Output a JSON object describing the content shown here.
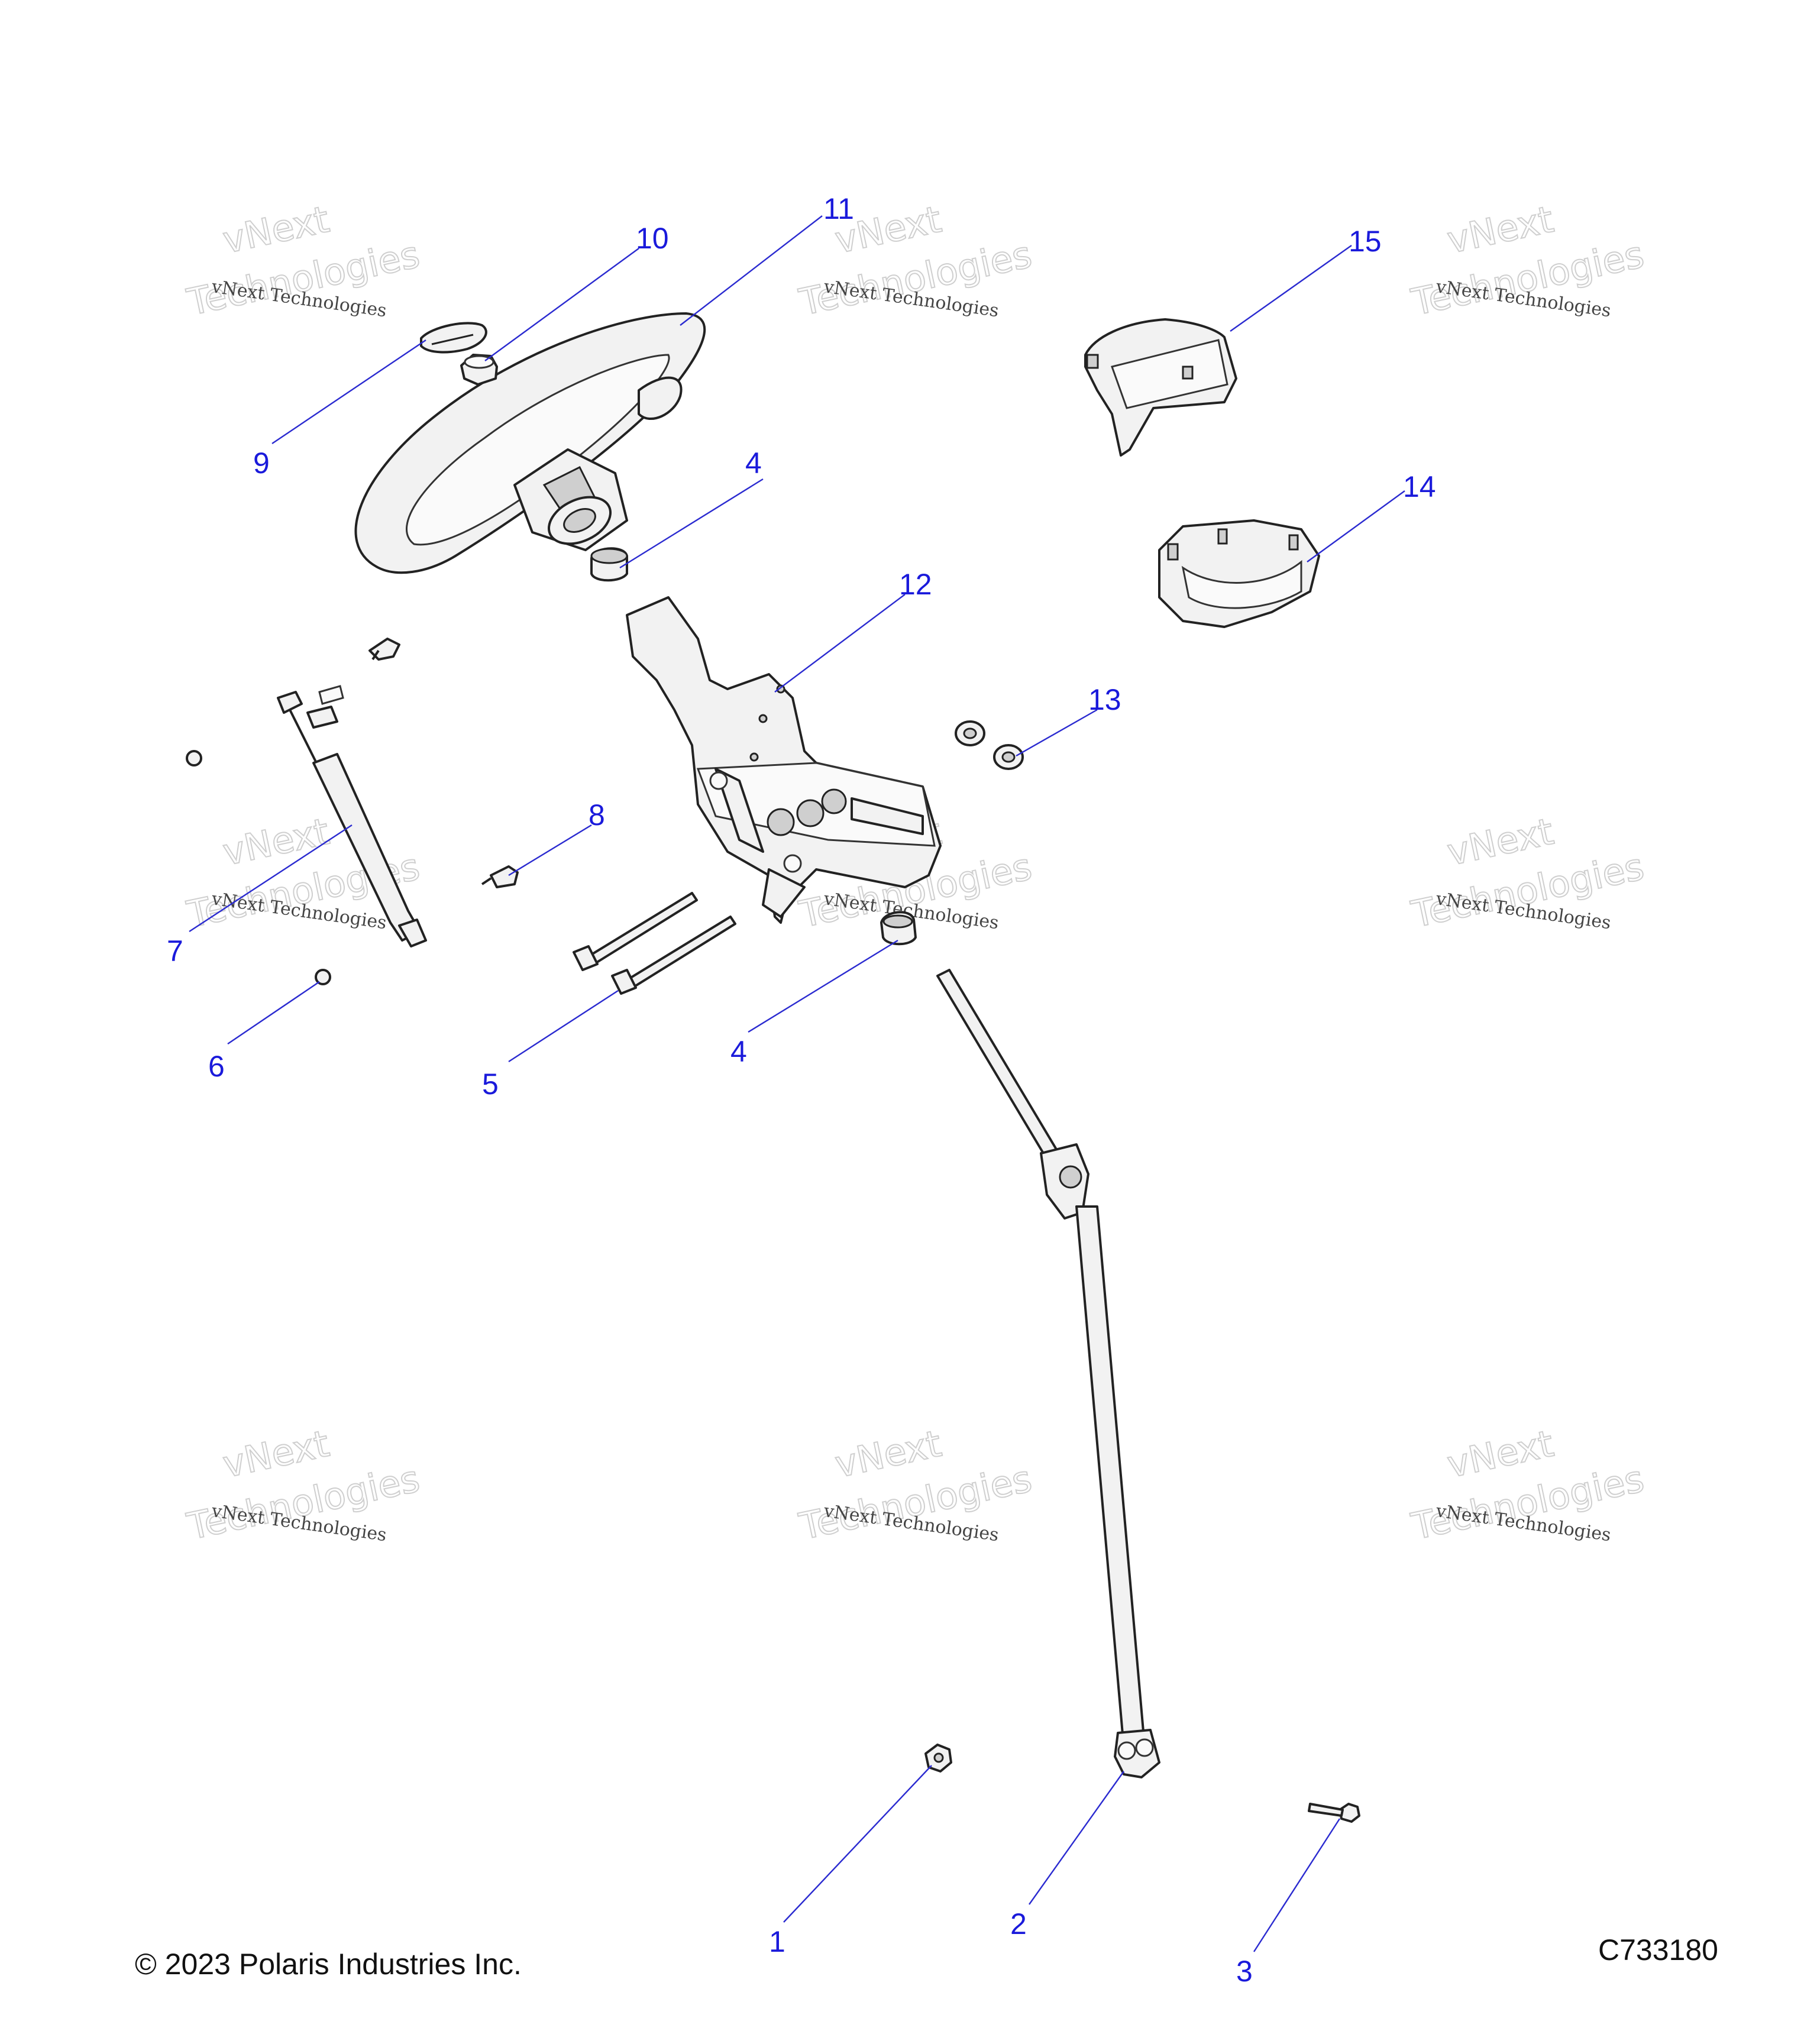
{
  "callouts": [
    {
      "id": "1",
      "label": "1"
    },
    {
      "id": "2",
      "label": "2"
    },
    {
      "id": "3",
      "label": "3"
    },
    {
      "id": "4a",
      "label": "4"
    },
    {
      "id": "4b",
      "label": "4"
    },
    {
      "id": "5",
      "label": "5"
    },
    {
      "id": "6",
      "label": "6"
    },
    {
      "id": "7",
      "label": "7"
    },
    {
      "id": "8",
      "label": "8"
    },
    {
      "id": "9",
      "label": "9"
    },
    {
      "id": "10",
      "label": "10"
    },
    {
      "id": "11",
      "label": "11"
    },
    {
      "id": "12",
      "label": "12"
    },
    {
      "id": "13",
      "label": "13"
    },
    {
      "id": "14",
      "label": "14"
    },
    {
      "id": "15",
      "label": "15"
    }
  ],
  "watermark": {
    "small": "vNext Technologies",
    "big_top": "vNext",
    "big_bottom": "Technologies"
  },
  "footer": {
    "copyright": "© 2023 Polaris Industries Inc.",
    "drawing_id": "C733180"
  },
  "colors": {
    "callout": "#1a1adb",
    "leader": "#2a2ad0",
    "line_art": "#222222"
  }
}
